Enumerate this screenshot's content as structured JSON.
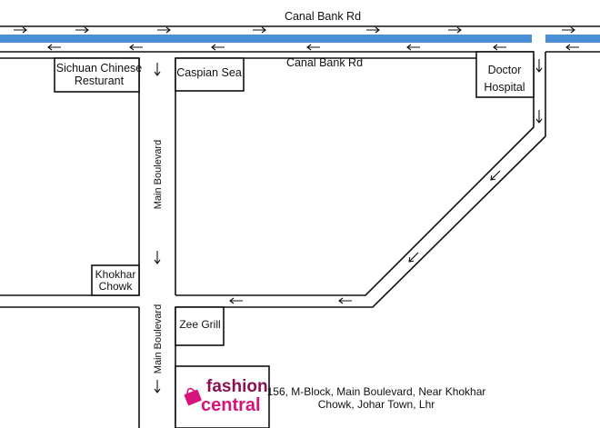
{
  "roads": {
    "canal_top": "Canal Bank Rd",
    "canal_lower": "Canal Bank Rd",
    "main_blvd_upper": "Main Boulevard",
    "main_blvd_lower": "Main Boulevard"
  },
  "places": {
    "sichuan_line1": "Sichuan Chinese",
    "sichuan_line2": "Resturant",
    "caspian": "Caspian Sea",
    "doctor_line1": "Doctor",
    "doctor_line2": "Hospital",
    "khokhar_line1": "Khokhar",
    "khokhar_line2": "Chowk",
    "zee_grill": "Zee Grill"
  },
  "store": {
    "logo_word1": "fashion",
    "logo_word2": "central",
    "address_line1": "156, M-Block, Main Boulevard, Near Khokhar",
    "address_line2": "Chowk, Johar Town, Lhr"
  },
  "colors": {
    "canal": "#4a8fd6",
    "brand": "#d4147c",
    "brand_dark": "#8c1050",
    "road_line": "#111111"
  },
  "icons": {
    "one_way": "arrow-icon",
    "logo_mark": "shopping-bag-icon"
  }
}
